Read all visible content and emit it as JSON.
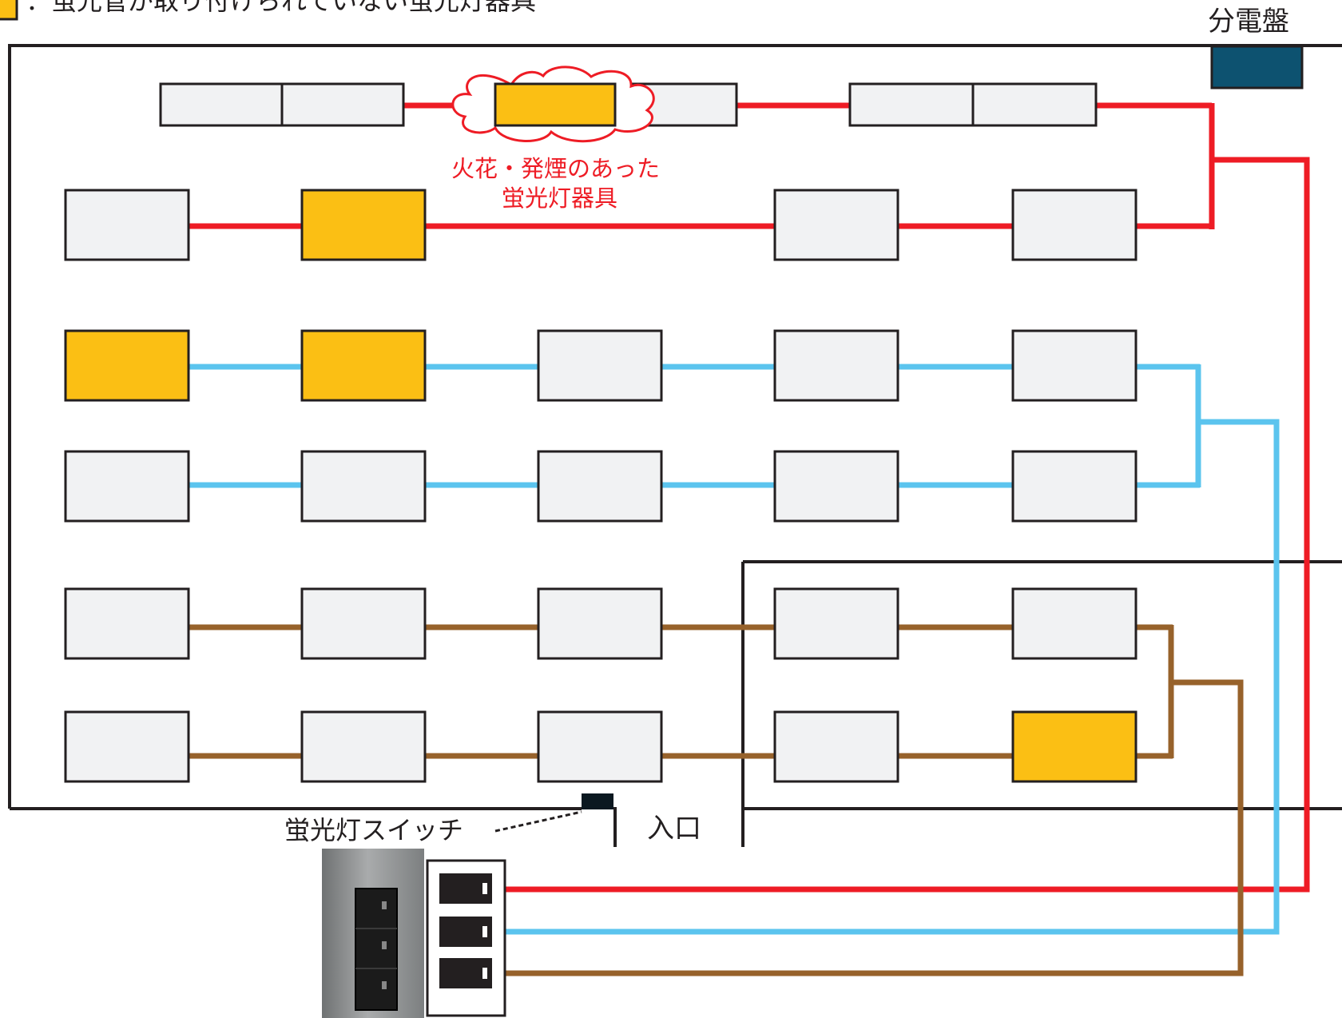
{
  "legend": {
    "text": "：蛍光管が取り付けられていない蛍光灯器具",
    "swatch_color": "#FBBF14"
  },
  "labels": {
    "panel": "分電盤",
    "spark": "火花・発煙のあった",
    "spark_line2": "蛍光灯器具",
    "entrance": "入口",
    "switch": "蛍光灯スイッチ"
  },
  "colors": {
    "circuit_red": "#EE1C25",
    "circuit_blue": "#5BC4EE",
    "circuit_brown": "#97622B",
    "fixture_empty": "#FBBF14",
    "fixture_normal": "#F1F2F3",
    "panel": "#0D5270"
  },
  "fixtures": {
    "top_row": [
      "normal",
      "normal",
      "empty",
      "normal",
      "normal",
      "normal"
    ],
    "red_row": [
      "normal",
      "empty",
      "normal",
      "normal"
    ],
    "blue_row_1": [
      "empty",
      "empty",
      "normal",
      "normal",
      "normal"
    ],
    "blue_row_2": [
      "normal",
      "normal",
      "normal",
      "normal",
      "normal"
    ],
    "brown_row_1": [
      "normal",
      "normal",
      "normal",
      "normal",
      "normal"
    ],
    "brown_row_2": [
      "normal",
      "normal",
      "normal",
      "normal",
      "empty"
    ]
  },
  "icons": {
    "spark_cloud": "spark-cloud-icon",
    "switch_photo": "switch-plate-icon"
  }
}
